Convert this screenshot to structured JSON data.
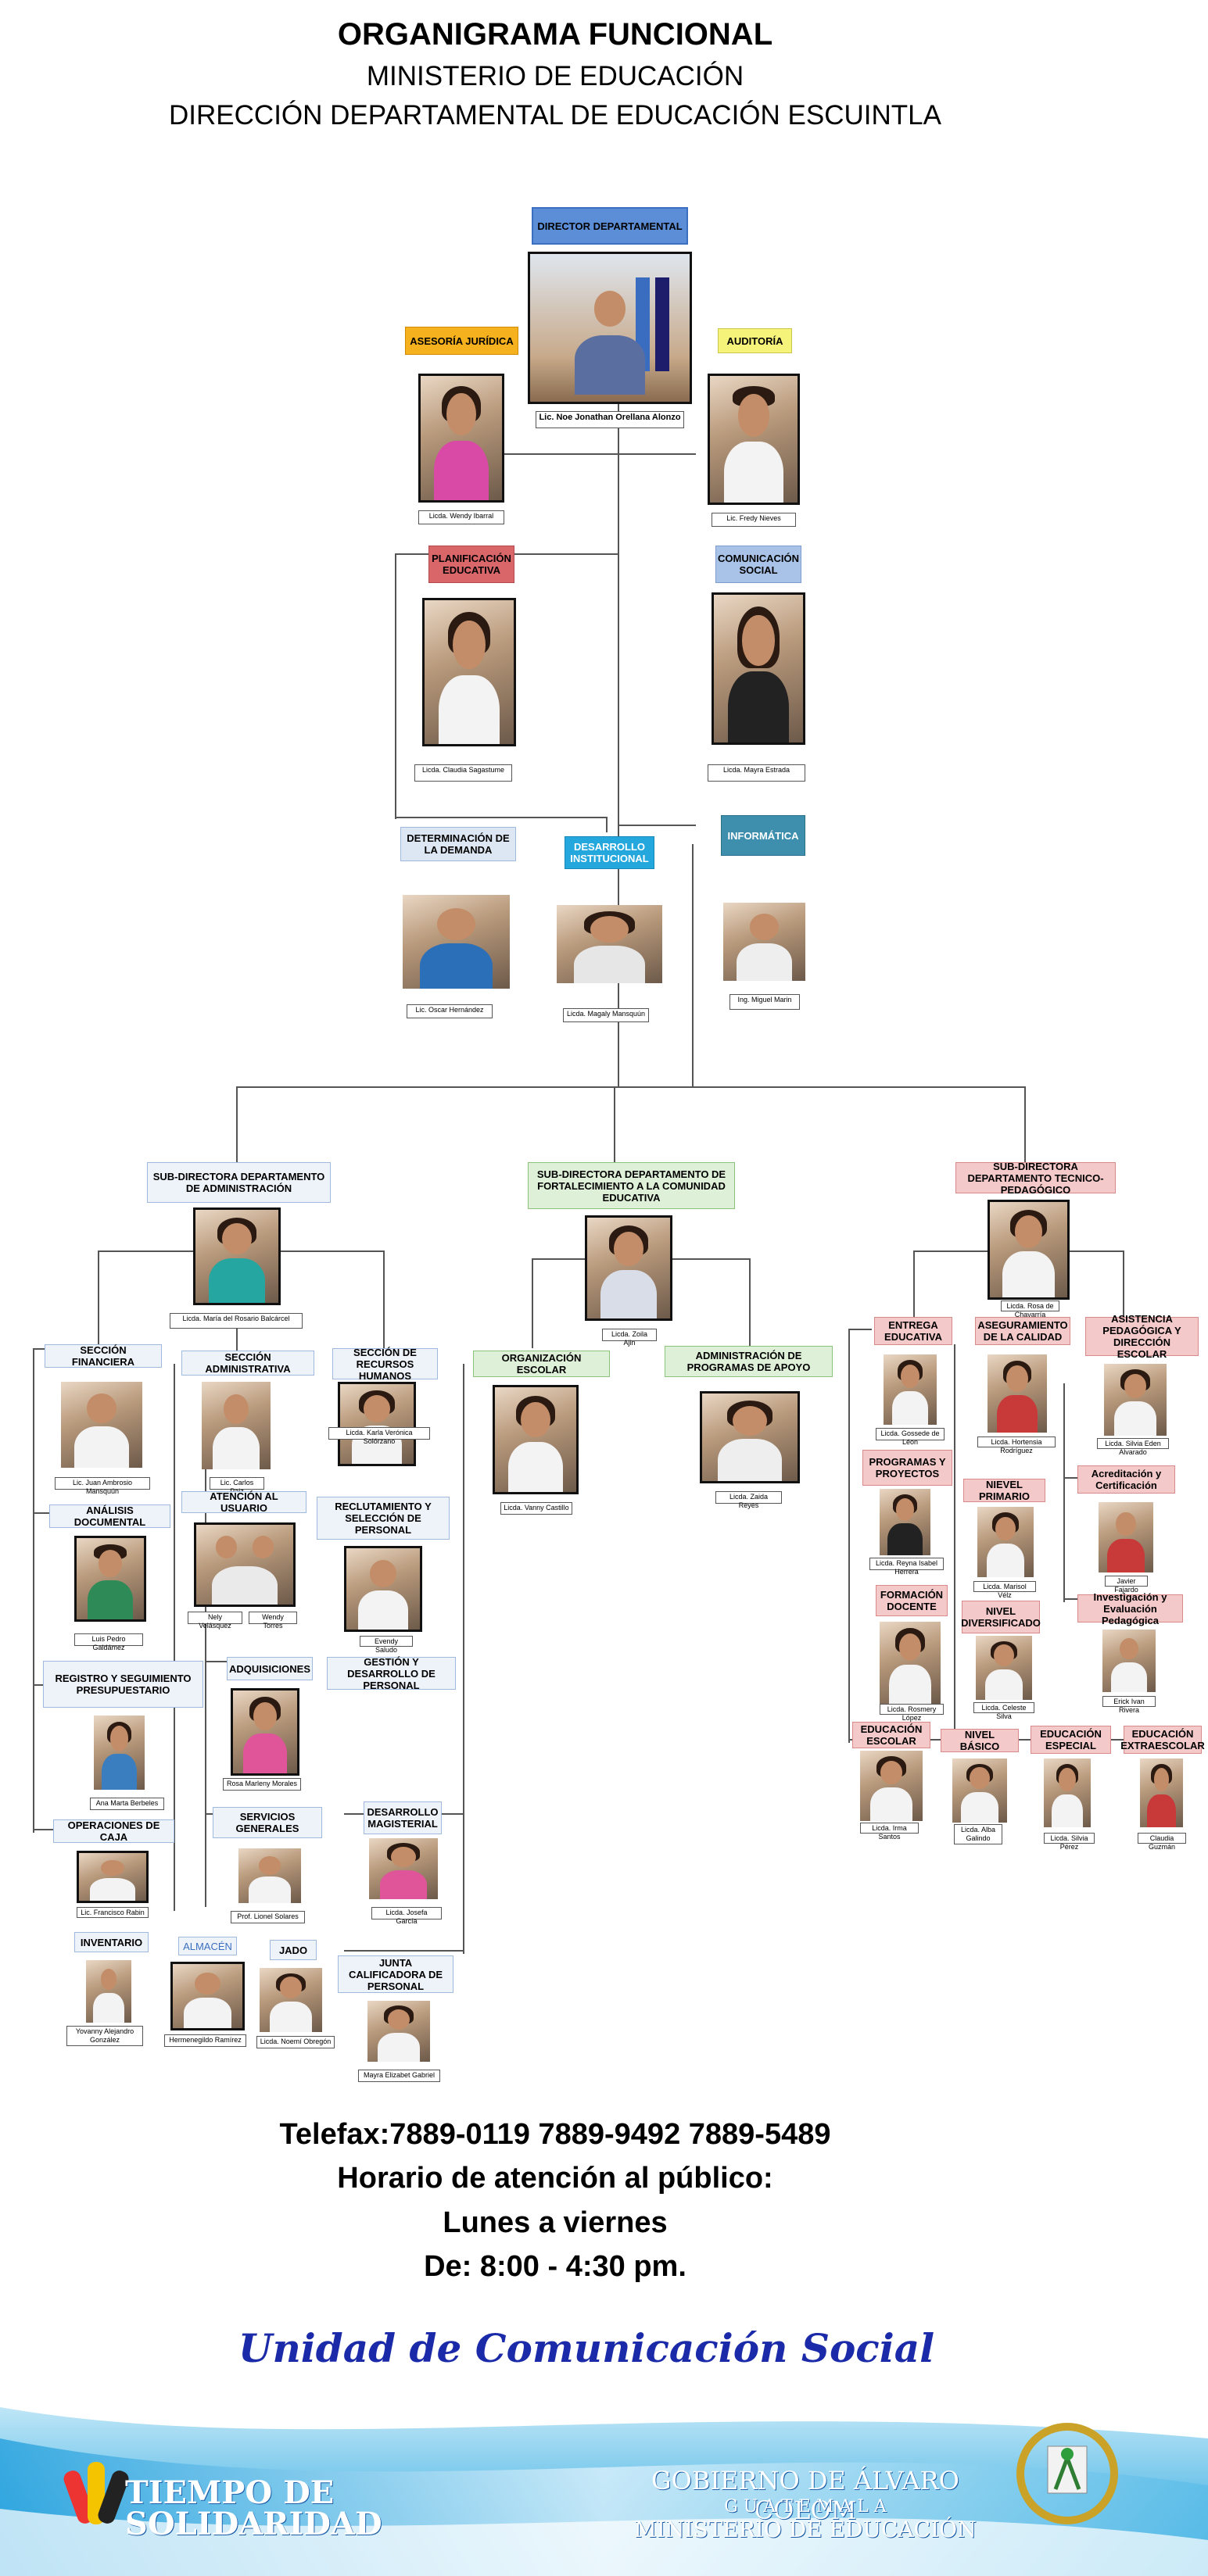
{
  "header": {
    "title": "ORGANIGRAMA FUNCIONAL",
    "subtitle1": "MINISTERIO DE EDUCACIÓN",
    "subtitle2": "DIRECCIÓN DEPARTAMENTAL DE EDUCACIÓN ESCUINTLA"
  },
  "top": {
    "director_label": "DIRECTOR DEPARTAMENTAL",
    "director_name": "Lic. Noe Jonathan Orellana Alonzo",
    "juridica_label": "ASESORÍA JURÍDICA",
    "juridica_name": "Licda. Wendy Ibarral",
    "auditoria_label": "AUDITORÍA",
    "auditoria_name": "Lic. Fredy Nieves",
    "planificacion_label": "PLANIFICACIÓN EDUCATIVA",
    "planificacion_name": "Licda. Claudia Sagastume",
    "comunicacion_label": "COMUNICACIÓN SOCIAL",
    "comunicacion_name": "Licda. Mayra Estrada",
    "determinacion_label": "DETERMINACIÓN DE LA DEMANDA",
    "determinacion_name": "Lic. Oscar Hernández",
    "desarrollo_inst_label": "DESARROLLO INSTITUCIONAL",
    "desarrollo_inst_name": "Licda. Magaly Mansquún",
    "informatica_label": "INFORMÁTICA",
    "informatica_name": "Ing. Miguel Marin"
  },
  "admin": {
    "label": "SUB-DIRECTORA DEPARTAMENTO DE ADMINISTRACIÓN",
    "name": "Licda. María del Rosario Balcárcel",
    "financiera": "SECCIÓN FINANCIERA",
    "financiera_name": "Lic. Juan Ambrosio Mansquún",
    "analisis": "ANÁLISIS DOCUMENTAL",
    "analisis_name": "Luis Pedro Galdámez",
    "registro": "REGISTRO Y SEGUIMIENTO PRESUPUESTARIO",
    "registro_name": "Ana Marta Berbeles",
    "operaciones": "OPERACIONES DE CAJA",
    "operaciones_name": "Lic. Francisco Rabin",
    "inventario": "INVENTARIO",
    "inventario_name": "Yovanny Alejandro González",
    "administrativa": "SECCIÓN ADMINISTRATIVA",
    "administrativa_name": "Lic. Carlos Paiz",
    "atencion": "ATENCIÓN AL USUARIO",
    "atencion_name1": "Nely Velásquez",
    "atencion_name2": "Wendy Torres",
    "adquisiciones": "ADQUISICIONES",
    "adquisiciones_name": "Rosa Marleny Morales",
    "servicios": "SERVICIOS GENERALES",
    "servicios_name": "Prof. Lionel Solares",
    "almacen": "ALMACÉN",
    "almacen_name": "Hermenegildo Ramírez",
    "jado": "JADO",
    "jado_name": "Licda. Noemí Obregón",
    "rrhh": "SECCIÓN DE RECURSOS HUMANOS",
    "rrhh_name": "Licda. Karla Verónica Solórzano",
    "reclutamiento": "RECLUTAMIENTO Y SELECCIÓN DE PERSONAL",
    "reclutamiento_name": "Evendy Saludo",
    "gestion": "GESTIÓN Y DESARROLLO DE PERSONAL",
    "magisterial": "DESARROLLO MAGISTERIAL",
    "magisterial_name": "Licda. Josefa García",
    "junta": "JUNTA CALIFICADORA DE PERSONAL",
    "junta_name": "Mayra Elizabet Gabriel"
  },
  "fortalecimiento": {
    "label": "SUB-DIRECTORA DEPARTAMENTO DE FORTALECIMIENTO A LA COMUNIDAD EDUCATIVA",
    "name": "Licda. Zoila Ajin",
    "organizacion": "ORGANIZACIÓN ESCOLAR",
    "organizacion_name": "Licda. Vanny Castillo",
    "programas": "ADMINISTRACIÓN DE PROGRAMAS DE APOYO",
    "programas_name": "Licda. Zaida Reyes"
  },
  "tecnico": {
    "label": "SUB-DIRECTORA DEPARTAMENTO TECNICO-PEDAGÓGICO",
    "name": "Licda. Rosa de Chavarría",
    "entrega": "ENTREGA EDUCATIVA",
    "entrega_name": "Licda. Gossede de Léon",
    "proyectos": "PROGRAMAS Y PROYECTOS",
    "proyectos_name": "Licda. Reyna Isabel Herrera",
    "formacion": "FORMACIÓN DOCENTE",
    "formacion_name": "Licda. Rosmery López",
    "escolar": "EDUCACIÓN ESCOLAR",
    "escolar_name": "Licda. Irma Santos",
    "calidad": "ASEGURAMIENTO DE LA CALIDAD",
    "calidad_name": "Licda. Hortensia Rodríguez",
    "primario": "NIEVEL PRIMARIO",
    "primario_name": "Licda. Marisol Vélz",
    "diversificado": "NIVEL DIVERSIFICADO",
    "diversificado_name": "Licda. Celeste Silva",
    "basico": "NIVEL BÁSICO",
    "basico_name": "Licda. Alba Galindo",
    "especial": "EDUCACIÓN ESPECIAL",
    "especial_name": "Licda. Silvia Pérez",
    "extraescolar": "EDUCACIÓN EXTRAESCOLAR",
    "extraescolar_name": "Claudia Guzmán",
    "asistencia": "ASISTENCIA PEDAGÓGICA Y DIRECCIÓN ESCOLAR",
    "asistencia_name": "Licda. Silvia Eden Alvarado",
    "acreditacion": "Acreditación y Certificación",
    "acreditacion_name": "Javier Fajardo",
    "investigacion": "Investigación y Evaluación Pedagógica",
    "investigacion_name": "Erick Ivan Rivera"
  },
  "footer": {
    "telefax": "Telefax:7889-0119  7889-9492  7889-5489",
    "horario": "Horario de atención al público:",
    "dias": "Lunes a viernes",
    "horas": "De: 8:00 - 4:30 pm.",
    "unidad": "Unidad de Comunicación Social",
    "logo_left": "TIEMPO DE SOLIDARIDAD",
    "logo_right1": "GOBIERNO DE ÁLVARO COLOM",
    "logo_right2": "G U A T E M A L A",
    "logo_right3": "MINISTERIO DE EDUCACIÓN"
  },
  "colors": {
    "unidad_text": "#1b2aa8",
    "director_box": "#5b8ed6",
    "juridica_box": "#f6b21e",
    "auditoria_box": "#f6f37a",
    "planificacion_box": "#d9676a",
    "comunicacion_box": "#a9c3e8",
    "informatica_box": "#3e8fae",
    "desarrollo_box": "#23a7dd"
  }
}
